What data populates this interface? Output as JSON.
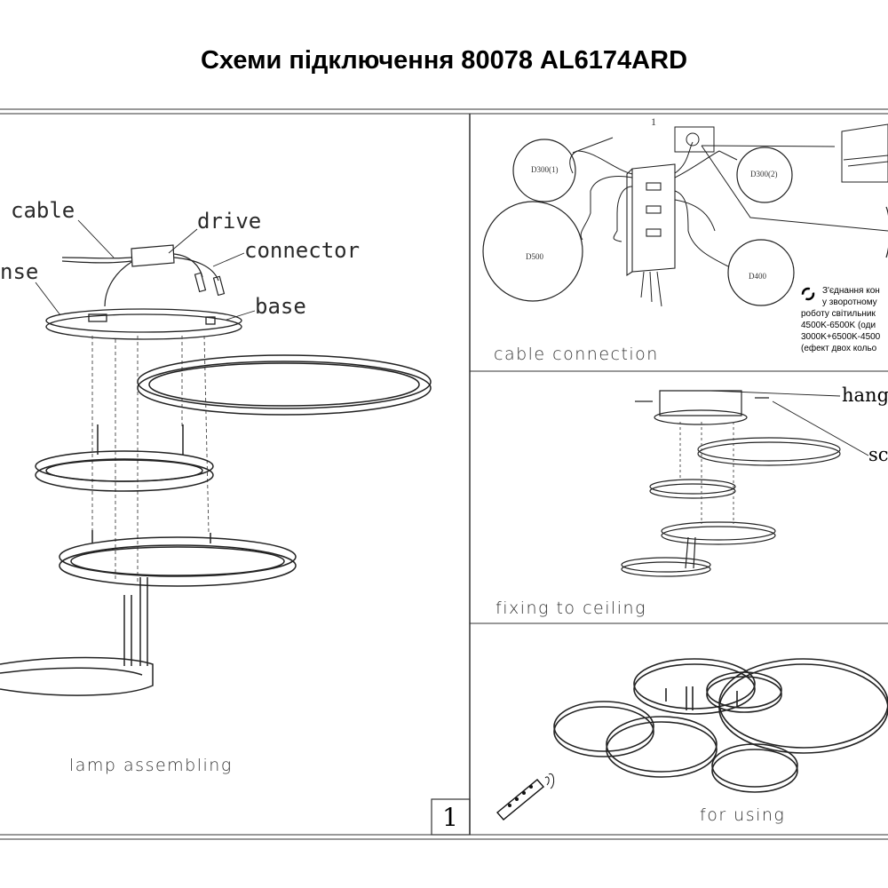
{
  "title": "Схеми підключення 80078 AL6174ARD",
  "page_number": "1",
  "panels": {
    "lamp_assembling": {
      "caption": "lamp  assembling",
      "labels": {
        "cable": "cable",
        "drive": "drive",
        "connector": "connector",
        "fuse": "nse",
        "base": "base"
      }
    },
    "cable_connection": {
      "caption": "cable  connection",
      "step": "1",
      "rings": {
        "d300_1": "D300(1)",
        "d300_2": "D300(2)",
        "d500": "D500",
        "d400": "D400"
      },
      "note_lines": [
        "З'єднання кон",
        "у зворотному",
        "роботу світильник",
        "4500K-6500K (оди",
        "3000K+6500K-4500",
        "(ефект двох кольо"
      ]
    },
    "fixing_to_ceiling": {
      "caption": "fixing to ceiling",
      "labels": {
        "hang": "hang",
        "screw": "sc"
      }
    },
    "for_using": {
      "caption": "for  using"
    }
  }
}
